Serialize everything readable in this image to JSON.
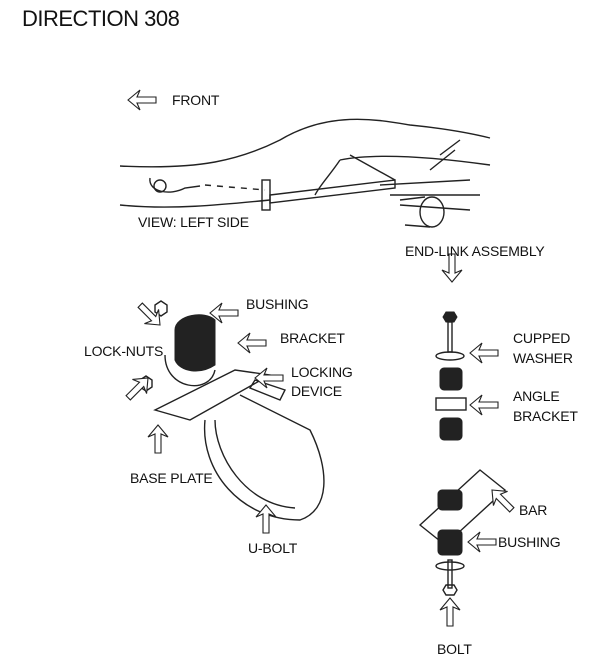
{
  "title": "DIRECTION 308",
  "labels": {
    "front": "FRONT",
    "view": "VIEW: LEFT SIDE",
    "end_link_assembly": "END-LINK ASSEMBLY",
    "bushing_top": "BUSHING",
    "bracket": "BRACKET",
    "lock_nuts": "LOCK-NUTS",
    "locking_device_1": "LOCKING",
    "locking_device_2": "DEVICE",
    "base_plate": "BASE PLATE",
    "u_bolt": "U-BOLT",
    "cupped_washer_1": "CUPPED",
    "cupped_washer_2": "WASHER",
    "angle_bracket_1": "ANGLE",
    "angle_bracket_2": "BRACKET",
    "bar": "BAR",
    "bushing_bottom": "BUSHING",
    "bolt": "BOLT"
  }
}
